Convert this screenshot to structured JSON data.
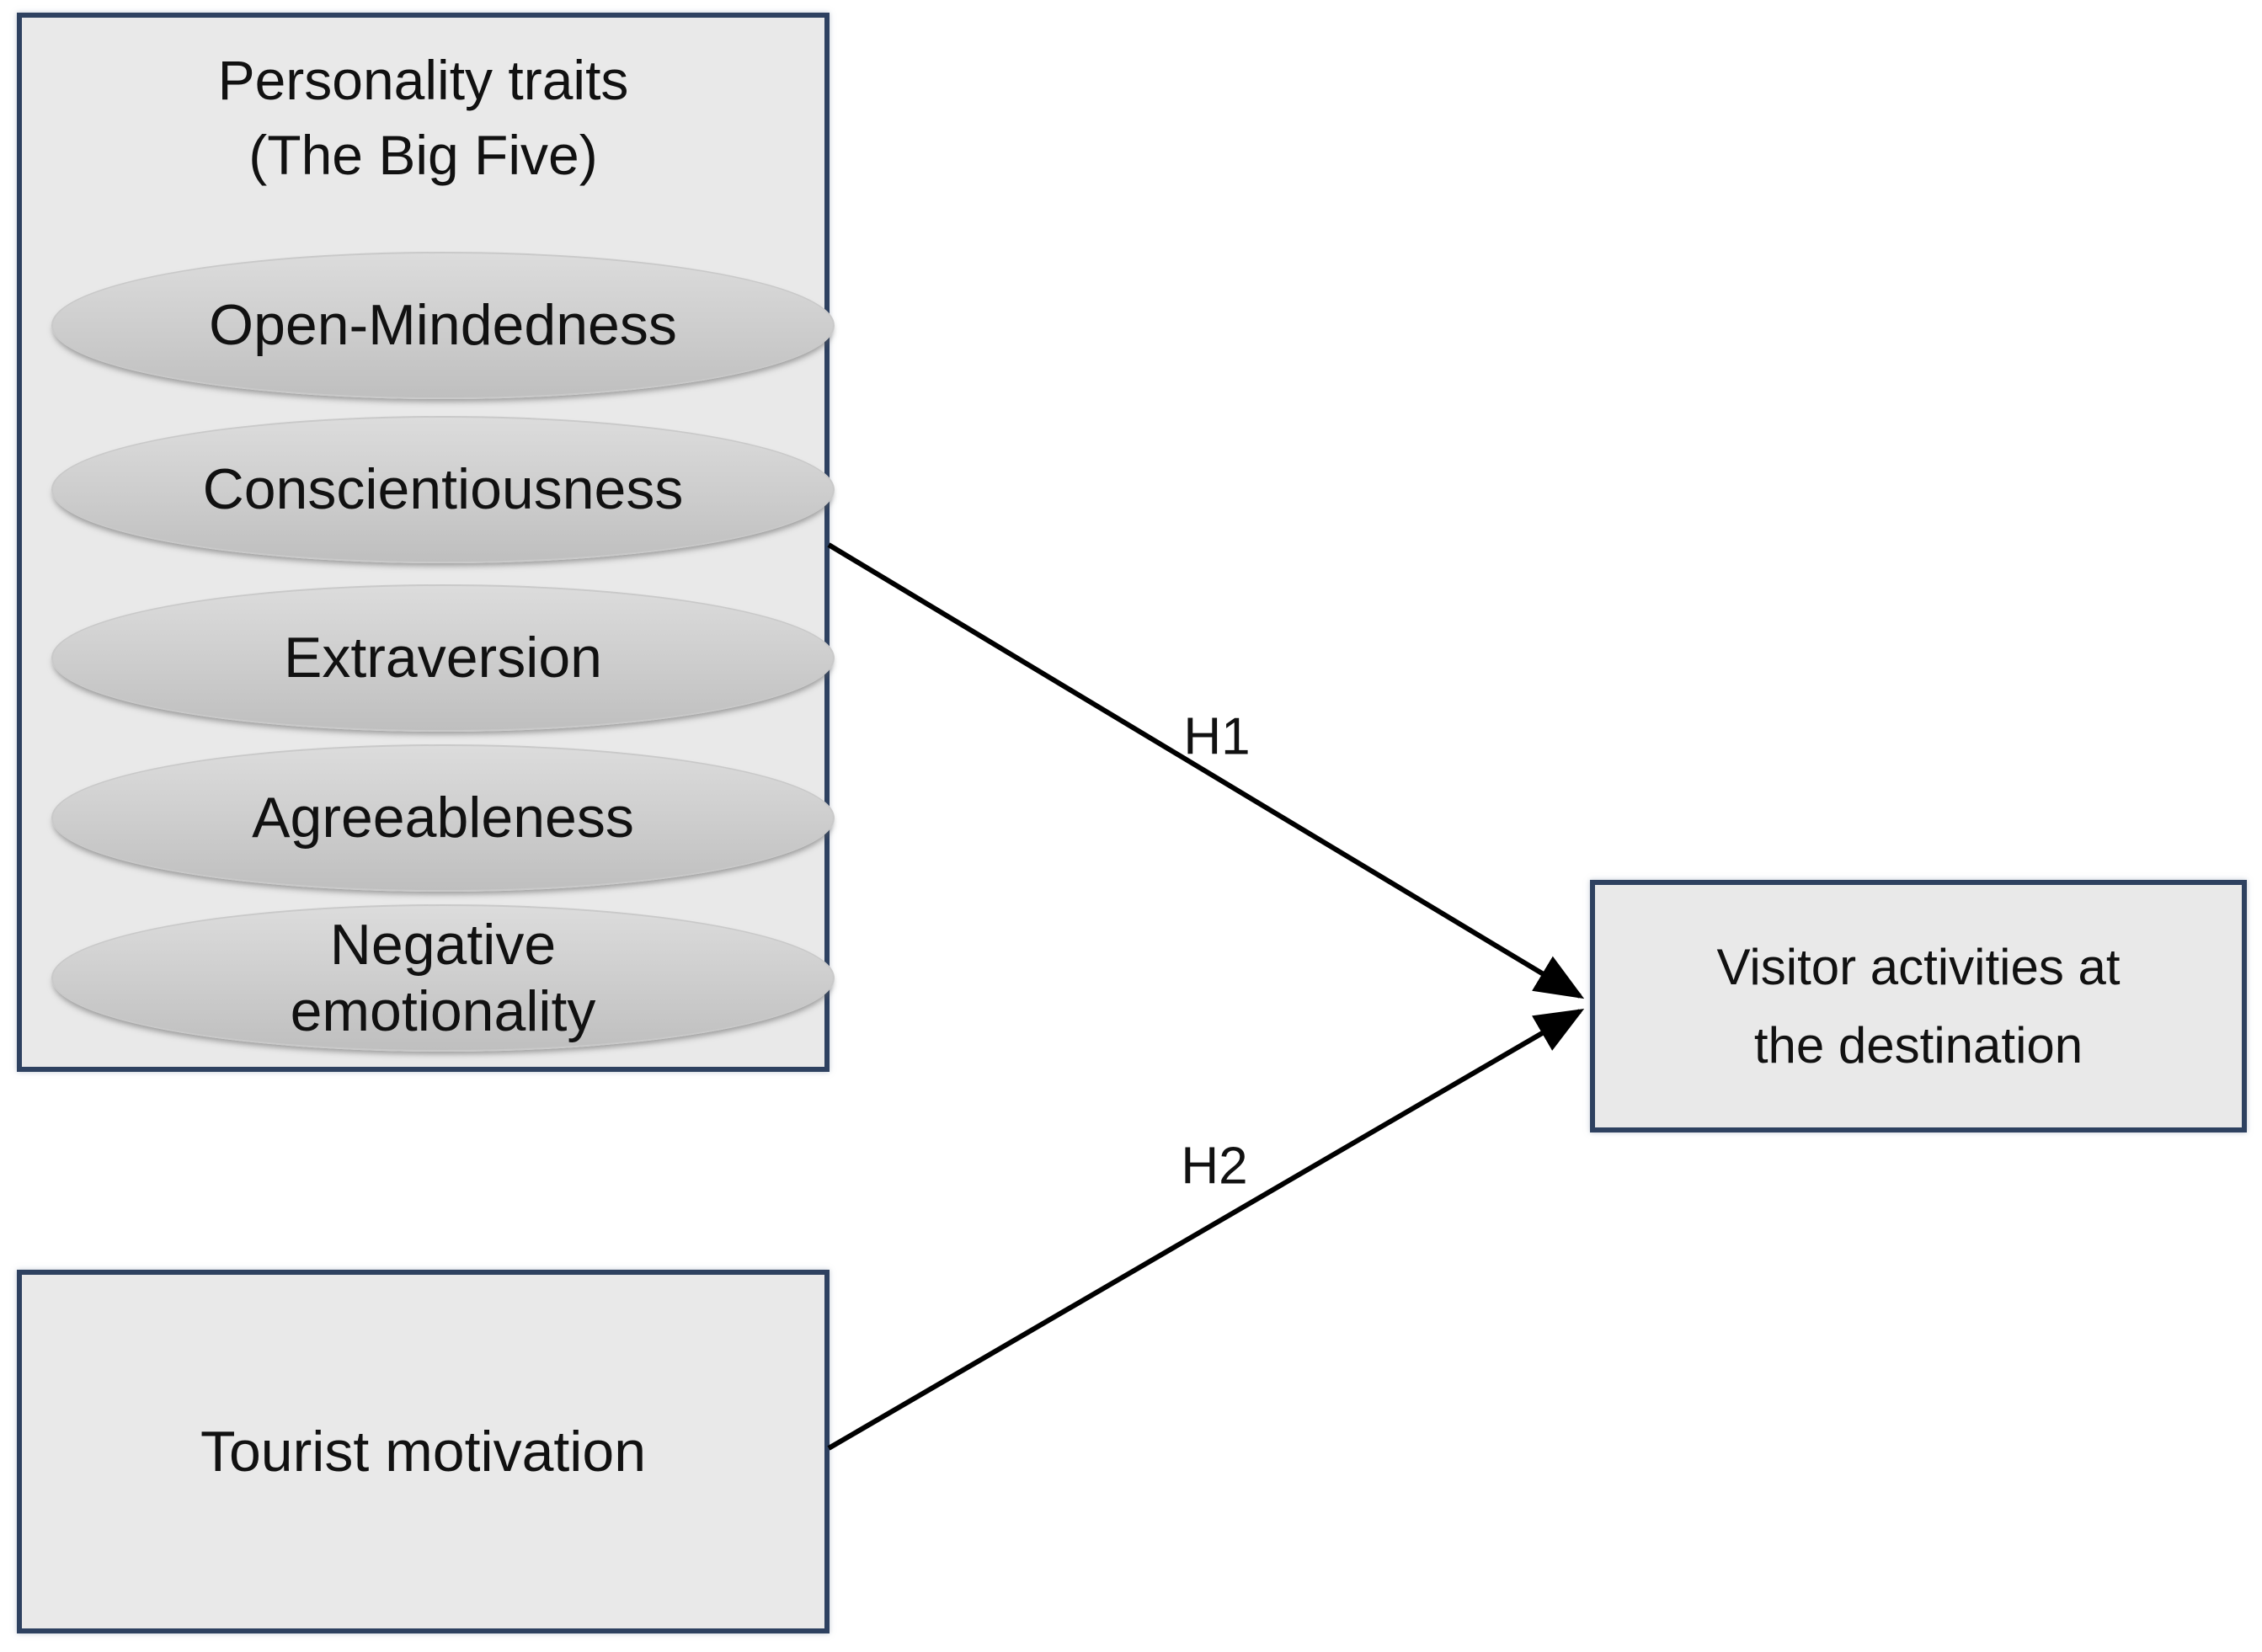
{
  "diagram": {
    "personality_box": {
      "title": "Personality traits\n(The Big Five)",
      "traits": [
        "Open-Mindedness",
        "Conscientiousness",
        "Extraversion",
        "Agreeableness",
        "Negative\nemotionality"
      ]
    },
    "tourist_box": {
      "label": "Tourist motivation"
    },
    "visitor_box": {
      "label": "Visitor activities at\nthe destination"
    },
    "arrows": {
      "h1": {
        "label": "H1"
      },
      "h2": {
        "label": "H2"
      }
    },
    "colors": {
      "background": "#ffffff",
      "box_fill": "#e9e9e9",
      "box_border": "#2e4160",
      "ellipse_top": "#dcdcdc",
      "ellipse_bottom": "#bfbfbf",
      "arrow": "#000000",
      "text": "#111111"
    }
  }
}
